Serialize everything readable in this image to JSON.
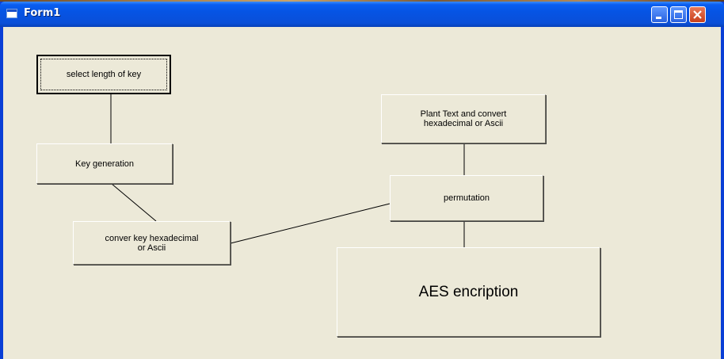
{
  "window": {
    "title": "Form1"
  },
  "buttons": {
    "select_length": "select length of key",
    "key_generation": "Key generation",
    "convert_key": "conver  key hexadecimal\nor Ascii",
    "plain_text": "Plant Text and convert\nhexadecimal or Ascii",
    "permutation": "permutation",
    "aes": "AES  encription"
  },
  "icons": {
    "window": "form-window-icon",
    "minimize": "minimize-icon",
    "maximize": "maximize-icon",
    "close": "close-icon"
  },
  "colors": {
    "titlebar": "#0654e4",
    "client_background": "#ece9d8",
    "close_button": "#c8401c"
  }
}
